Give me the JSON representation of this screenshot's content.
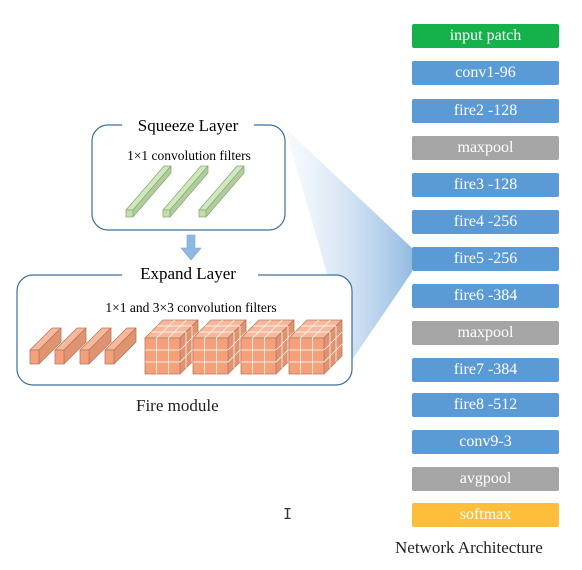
{
  "fire_module": {
    "squeeze_title": "Squeeze Layer",
    "squeeze_subtitle": "1×1 convolution filters",
    "expand_title": "Expand Layer",
    "expand_subtitle": "1×1 and 3×3 convolution filters",
    "caption": "Fire module"
  },
  "network": {
    "caption": "Network Architecture",
    "layers": [
      {
        "label": "input patch",
        "kind": "input"
      },
      {
        "label": "conv1-96",
        "kind": "conv"
      },
      {
        "label": "fire2 -128",
        "kind": "conv"
      },
      {
        "label": "maxpool",
        "kind": "pool"
      },
      {
        "label": "fire3 -128",
        "kind": "conv"
      },
      {
        "label": "fire4 -256",
        "kind": "conv"
      },
      {
        "label": "fire5 -256",
        "kind": "conv"
      },
      {
        "label": "fire6 -384",
        "kind": "conv"
      },
      {
        "label": "maxpool",
        "kind": "pool"
      },
      {
        "label": "fire7 -384",
        "kind": "conv"
      },
      {
        "label": "fire8 -512",
        "kind": "conv"
      },
      {
        "label": "conv9-3",
        "kind": "conv"
      },
      {
        "label": "avgpool",
        "kind": "pool"
      },
      {
        "label": "softmax",
        "kind": "output"
      }
    ]
  },
  "colors": {
    "input": "#15b14a",
    "conv": "#5b9bd5",
    "pool": "#a5a5a5",
    "output": "#fdbf3a",
    "box_border": "#3d6f96",
    "squeeze_filter": "#bfe0a8",
    "expand_filter": "#f4a07a",
    "arrow": "#8fb8e0"
  }
}
